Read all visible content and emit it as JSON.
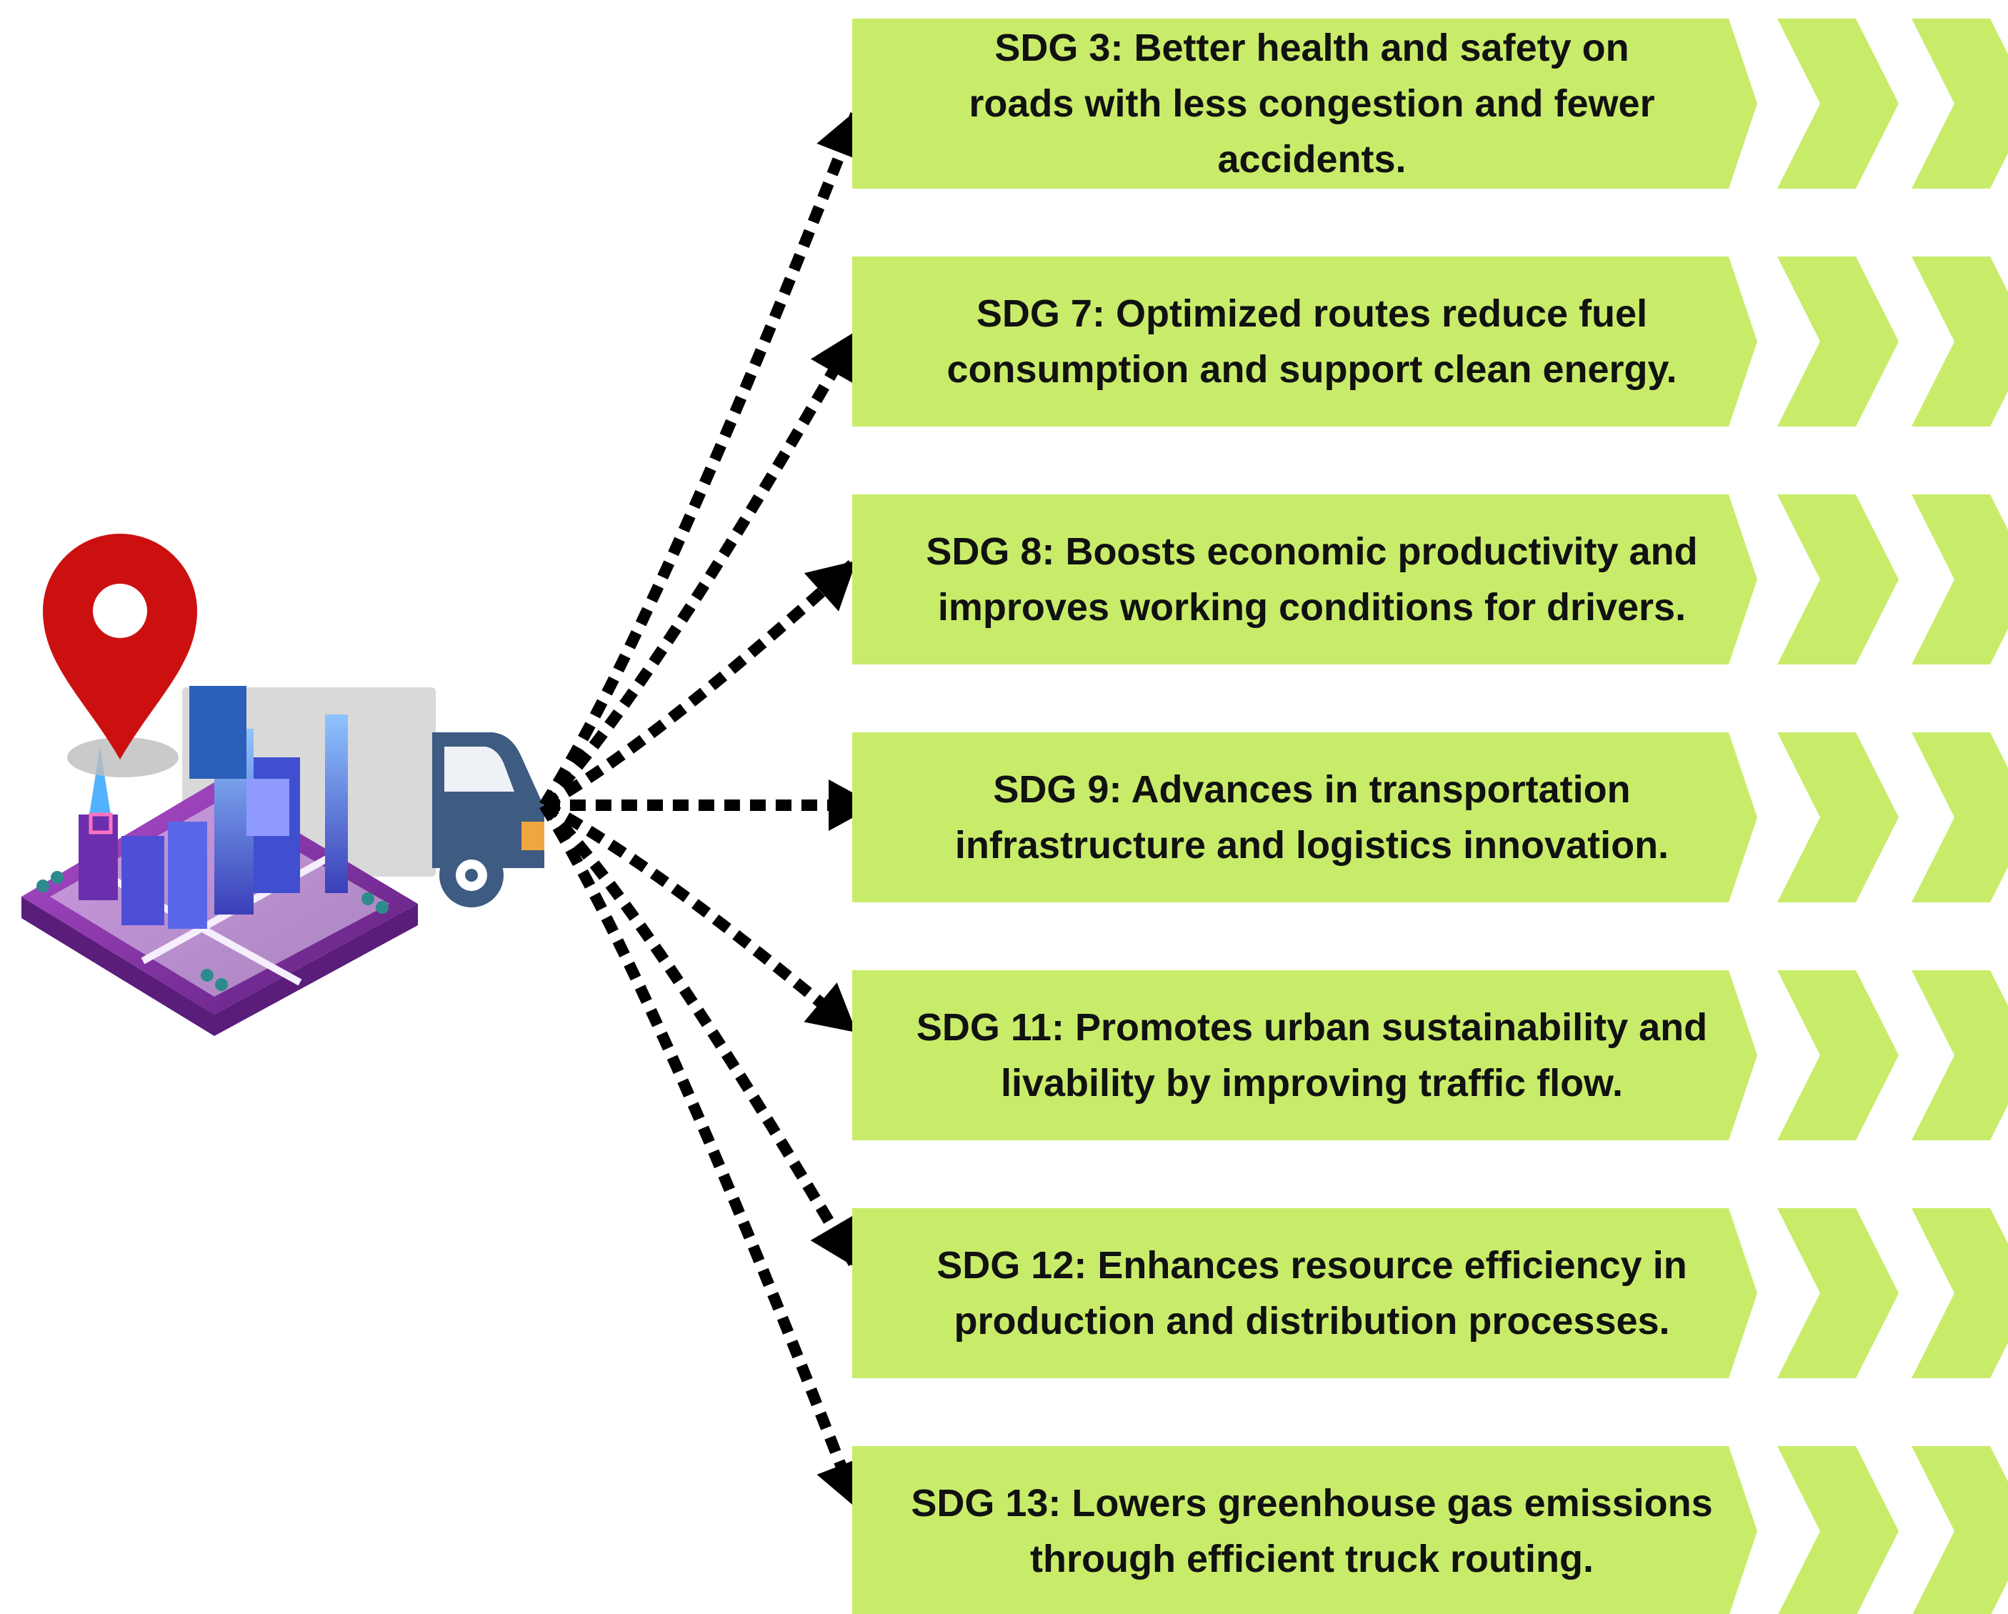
{
  "colors": {
    "card_fill": "#c8ec6a",
    "arrow": "#000000",
    "pin": "#cc1010",
    "truck_body": "#3e5b82",
    "truck_box": "#d9d9d9",
    "city_base": "#7b2a8f",
    "city_glow": "#6fa8ff"
  },
  "icons": {
    "hub": "smart-city-truck-icon",
    "pin": "location-pin-icon",
    "chevron": "double-chevron-icon"
  },
  "cards": [
    {
      "id": "sdg3",
      "lines": [
        "SDG 3: Better health and safety on",
        "roads with less congestion and fewer",
        "accidents."
      ]
    },
    {
      "id": "sdg7",
      "lines": [
        "SDG 7: Optimized routes reduce fuel",
        "consumption and support clean energy."
      ]
    },
    {
      "id": "sdg8",
      "lines": [
        "SDG 8: Boosts economic productivity and",
        "improves working conditions for drivers."
      ]
    },
    {
      "id": "sdg9",
      "lines": [
        "SDG 9: Advances in transportation",
        "infrastructure and logistics innovation."
      ]
    },
    {
      "id": "sdg11",
      "lines": [
        "SDG 11: Promotes urban sustainability and",
        "livability by improving traffic flow."
      ]
    },
    {
      "id": "sdg12",
      "lines": [
        "SDG 12: Enhances resource efficiency in",
        "production and distribution processes."
      ]
    },
    {
      "id": "sdg13",
      "lines": [
        "SDG 13: Lowers greenhouse gas emissions",
        "through efficient truck routing."
      ]
    }
  ]
}
